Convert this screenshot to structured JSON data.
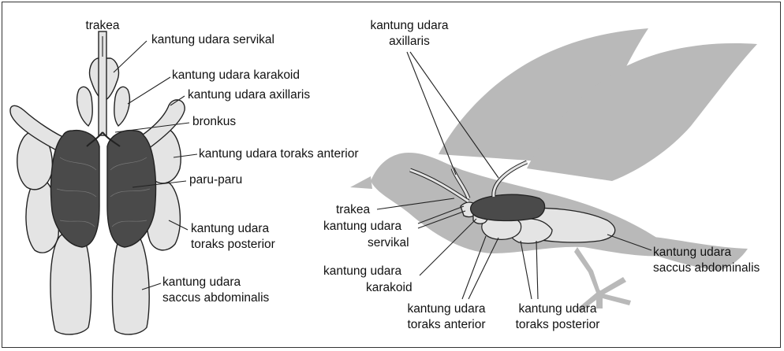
{
  "left_figure": {
    "trakea": "trakea",
    "servikal": "kantung udara servikal",
    "karakoid": "kantung udara karakoid",
    "axillaris": "kantung udara axillaris",
    "bronkus": "bronkus",
    "toraks_anterior": "kantung udara toraks anterior",
    "paru_paru": "paru-paru",
    "toraks_posterior": {
      "line1": "kantung udara",
      "line2": "toraks posterior"
    },
    "saccus_abdominalis": {
      "line1": "kantung udara",
      "line2": "saccus abdominalis"
    }
  },
  "right_figure": {
    "axillaris": {
      "line1": "kantung udara",
      "line2": "axillaris"
    },
    "trakea": "trakea",
    "servikal": {
      "line1": "kantung udara",
      "line2": "servikal"
    },
    "karakoid": {
      "line1": "kantung udara",
      "line2": "karakoid"
    },
    "toraks_anterior": {
      "line1": "kantung udara",
      "line2": "toraks anterior"
    },
    "toraks_posterior": {
      "line1": "kantung udara",
      "line2": "toraks posterior"
    },
    "saccus_abdominalis": {
      "line1": "kantung udara",
      "line2": "saccus abdominalis"
    }
  },
  "colors": {
    "bird_silhouette": "#b9b9b9",
    "air_sac": "#e4e4e4",
    "lung": "#4a4a4a",
    "outline": "#222222"
  }
}
